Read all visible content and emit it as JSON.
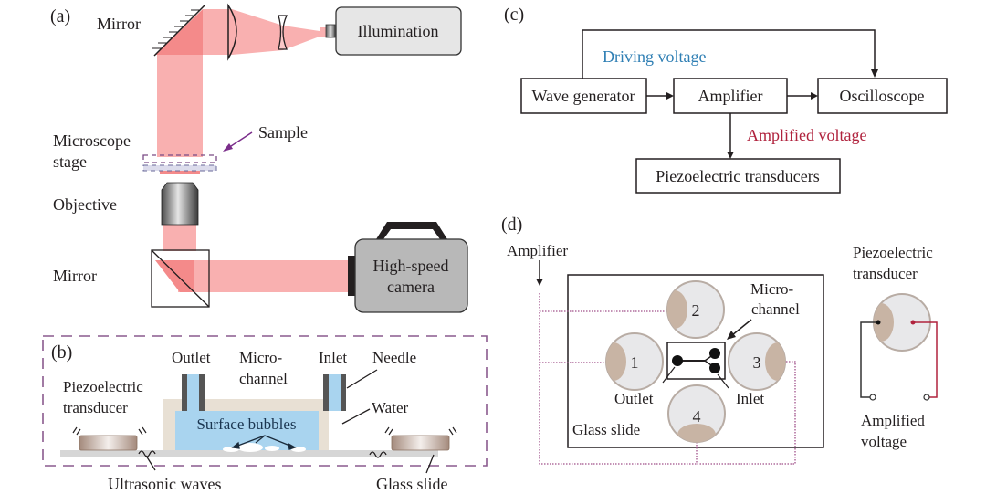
{
  "panel_a": {
    "label": "(a)",
    "mirror_top": "Mirror",
    "illumination": "Illumination",
    "sample": "Sample",
    "microscope_stage_line1": "Microscope",
    "microscope_stage_line2": "stage",
    "objective": "Objective",
    "mirror_bottom": "Mirror",
    "camera_line1": "High-speed",
    "camera_line2": "camera"
  },
  "panel_b": {
    "label": "(b)",
    "outlet": "Outlet",
    "microchannel_line1": "Micro-",
    "microchannel_line2": "channel",
    "inlet": "Inlet",
    "needle": "Needle",
    "piezo_line1": "Piezoelectric",
    "piezo_line2": "transducer",
    "water": "Water",
    "surface_bubbles": "Surface bubbles",
    "ultrasonic_waves": "Ultrasonic waves",
    "glass_slide": "Glass slide"
  },
  "panel_c": {
    "label": "(c)",
    "driving_voltage": "Driving voltage",
    "wave_generator": "Wave generator",
    "amplifier": "Amplifier",
    "oscilloscope": "Oscilloscope",
    "amplified_voltage": "Amplified voltage",
    "piezo_transducers": "Piezoelectric transducers"
  },
  "panel_d": {
    "label": "(d)",
    "amplifier": "Amplifier",
    "microchannel_line1": "Micro-",
    "microchannel_line2": "channel",
    "transducers": [
      "1",
      "2",
      "3",
      "4"
    ],
    "outlet": "Outlet",
    "inlet": "Inlet",
    "glass_slide": "Glass slide",
    "piezo_line1": "Piezoelectric",
    "piezo_line2": "transducer",
    "amplified_line1": "Amplified",
    "amplified_line2": "voltage"
  },
  "colors": {
    "beam": "#f9a8a8",
    "beam_dark": "#f48484",
    "driving_voltage": "#2f7fb4",
    "amplified_voltage": "#b0223d",
    "dashed_purple": "#8a5a8e",
    "water": "#a9d4ef",
    "pdms": "#e8e0d4",
    "glass": "#d4d4d4"
  }
}
